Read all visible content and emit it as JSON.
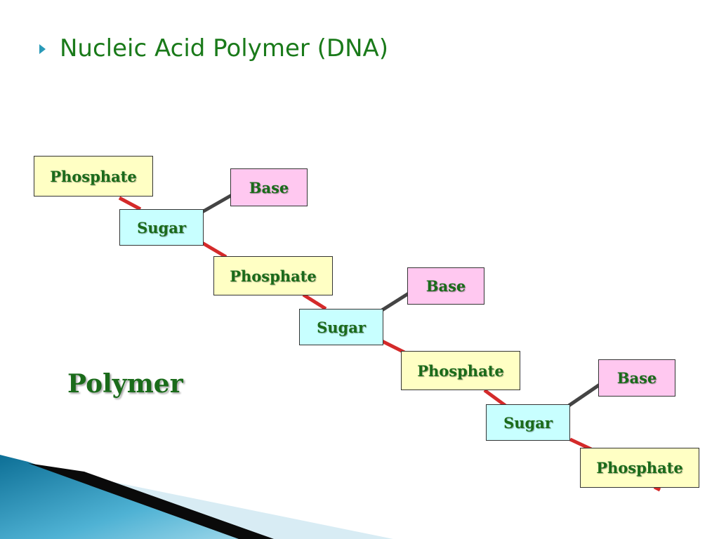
{
  "slide": {
    "title": "Nucleic Acid Polymer (DNA)",
    "side_label": "Polymer"
  },
  "diagram": {
    "nodes": [
      {
        "id": "phosphate-1",
        "type": "phosphate",
        "label": "Phosphate"
      },
      {
        "id": "base-1",
        "type": "base",
        "label": "Base"
      },
      {
        "id": "sugar-1",
        "type": "sugar",
        "label": "Sugar"
      },
      {
        "id": "phosphate-2",
        "type": "phosphate",
        "label": "Phosphate"
      },
      {
        "id": "base-2",
        "type": "base",
        "label": "Base"
      },
      {
        "id": "sugar-2",
        "type": "sugar",
        "label": "Sugar"
      },
      {
        "id": "phosphate-3",
        "type": "phosphate",
        "label": "Phosphate"
      },
      {
        "id": "base-3",
        "type": "base",
        "label": "Base"
      },
      {
        "id": "sugar-3",
        "type": "sugar",
        "label": "Sugar"
      },
      {
        "id": "phosphate-4",
        "type": "phosphate",
        "label": "Phosphate"
      }
    ],
    "backbone_color": "#d42a2a",
    "base_link_color": "#444444",
    "colors": {
      "phosphate": "#ffffc4",
      "sugar": "#c8ffff",
      "base": "#ffc8f0",
      "text": "#1a6b1a",
      "title": "#1a7a1a",
      "bullet": "#2a9ab8"
    }
  }
}
